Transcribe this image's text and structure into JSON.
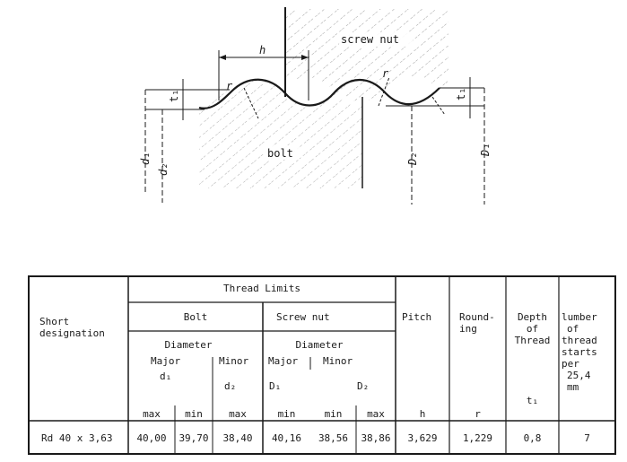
{
  "drawing": {
    "label_screw_nut": "screw nut",
    "label_bolt": "bolt",
    "label_h": "h",
    "label_t1_left": "t₁",
    "label_t1_right": "t₁",
    "label_r_left": "r",
    "label_r_right": "r",
    "label_d1": "d₁",
    "label_d2": "d₂",
    "label_D2": "D₂",
    "label_D1": "D₁"
  },
  "table": {
    "header": {
      "short_designation": [
        "Short",
        "designation"
      ],
      "thread_limits": "Thread Limits",
      "bolt": "Bolt",
      "screw_nut": "Screw  nut",
      "diameter_bolt": "Diameter",
      "diameter_nut": "Diameter",
      "major_bolt": "Major",
      "minor_bolt": "Minor",
      "major_nut": "Major",
      "minor_nut": "Minor",
      "sym_d1": "d₁",
      "sym_d2": "d₂",
      "sym_D1": "D₁",
      "sym_D2": "D₂",
      "pitch": "Pitch",
      "rounding": [
        "Round-",
        "ing"
      ],
      "depth": [
        "Depth",
        "of",
        "Thread"
      ],
      "depth_sym": "t₁",
      "number": [
        "lumber",
        "of",
        "thread",
        "starts",
        "per",
        "25,4",
        "mm"
      ],
      "sub_max_d1": "max",
      "sub_min_d1": "min",
      "sub_max_d2": "max",
      "sub_min_D1": "min",
      "sub_min_D2": "min",
      "sub_max_D2": "max",
      "sub_h": "h",
      "sub_r": "r"
    },
    "row": {
      "designation": "Rd 40 x 3,63",
      "d1_max": "40,00",
      "d1_min": "39,70",
      "d2_max": "38,40",
      "D1_min": "40,16",
      "D2_min": "38,56",
      "D2_max": "38,86",
      "pitch": "3,629",
      "rounding": "1,229",
      "depth": "0,8",
      "starts": "7"
    }
  }
}
